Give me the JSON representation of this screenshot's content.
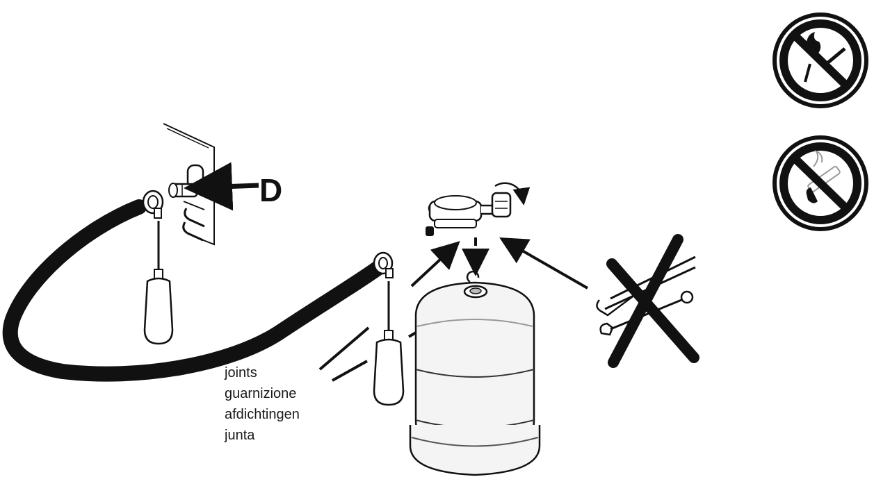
{
  "callout": {
    "letter": "D"
  },
  "seal_labels": [
    "joints",
    "guarnizione",
    "afdichtingen",
    "junta"
  ],
  "icons": {
    "no_open_flame": "no-open-flame-icon",
    "no_smoking": "no-smoking-icon",
    "no_tools": "crossed-out-tools-icon"
  },
  "colors": {
    "ink": "#111111",
    "background": "#ffffff",
    "cylinder_fill": "#f4f4f4"
  }
}
